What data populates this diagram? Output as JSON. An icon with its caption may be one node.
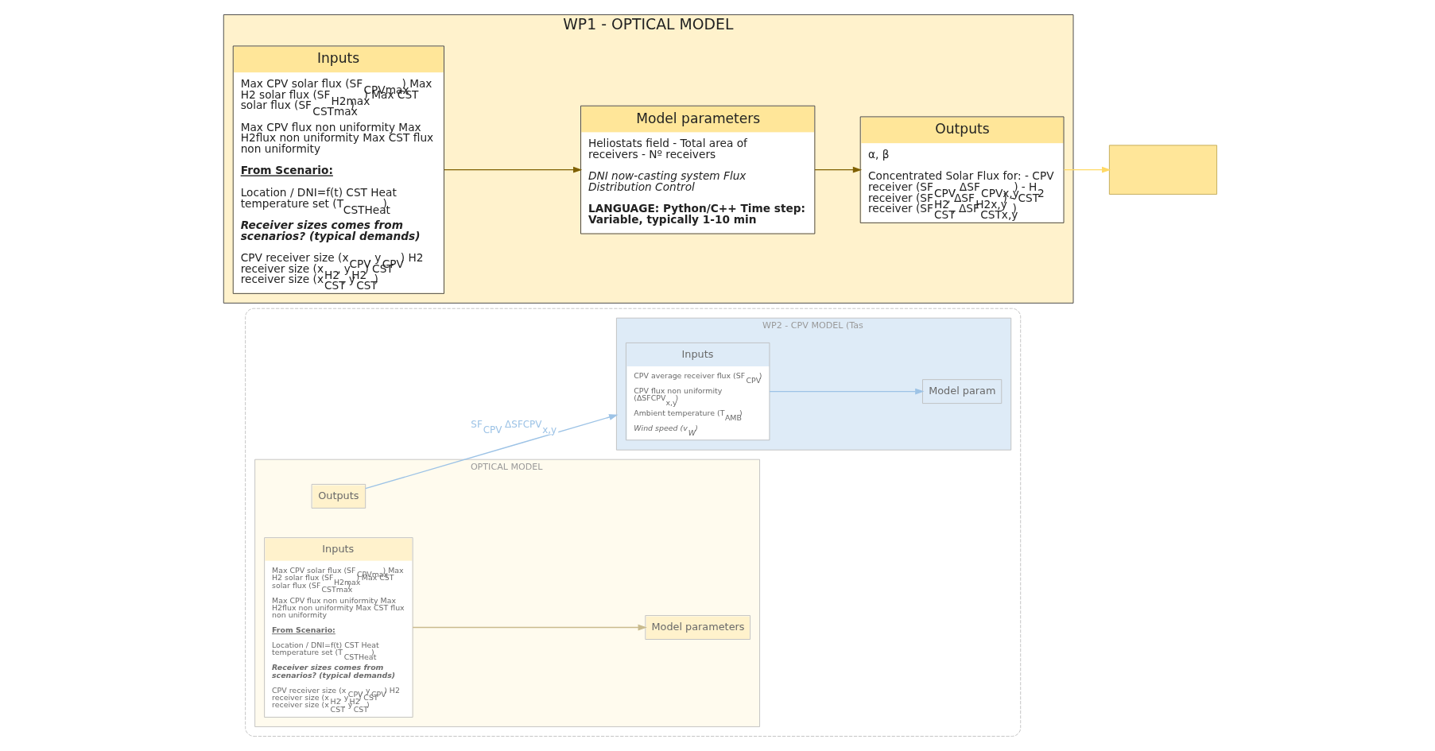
{
  "diagram": {
    "nodes": [
      {
        "text": [],
        "shape": "box"
      },
      {
        "text": [
          "OPTICAL MODEL"
        ],
        "in": 0
      },
      {
        "text": [
          "Inputs",
          "Max CPV solar flux (SF$_{CPVmax}$) Max H2 solar flux (SF$_{H2max}$) Max CST solar flux (SF$_{CSTmax}$)",
          "Max CPV flux non uniformity Max H2flux non uniformity Max CST flux non uniformity",
          "From Scenario:",
          "Location / DNI=f(t) CST Heat temperature set (T$_{CSTHeat}$)",
          "Receiver sizes comes from scenarios? (typical demands)",
          "CPV receiver size (x$_{CPV}$, y$_{CPV}$) H2 receiver size (x$_{H2}$, y$_{H2}$) CST receiver size (x$_{CST}$, y$_{CST}$)"
        ],
        "in": 1
      },
      {
        "text": [
          "Model parameters"
        ],
        "in": 1
      },
      {
        "text": [
          "Outputs"
        ],
        "in": 1
      },
      {
        "text": [
          "WP2 - CPV MODEL (Tas"
        ],
        "in": 0
      },
      {
        "text": [
          "Inputs",
          "CPV average receiver flux (SF$_{CPV}$)",
          "CPV flux non uniformity (ΔSFCPV$_{x,y}$)",
          "Ambient temperature (T$_{AMB}$)",
          "Wind speed (v$_{W}$)"
        ],
        "in": 5
      },
      {
        "text": [
          "Model param"
        ],
        "in": 5
      },
      {
        "text": [
          "WP1 - OPTICAL MODEL"
        ]
      },
      {
        "text": [
          "Inputs",
          "Max CPV solar flux (SF$_{CPVmax}$) Max H2 solar flux (SF$_{H2max}$) Max CST solar flux (SF$_{CSTmax}$)",
          "Max CPV flux non uniformity Max H2flux non uniformity Max CST flux non uniformity",
          "From Scenario:",
          "Location / DNI=f(t) CST Heat temperature set (T$_{CSTHeat}$)",
          "Receiver sizes comes from scenarios? (typical demands)",
          "CPV receiver size (x$_{CPV}$, y$_{CPV}$) H2 receiver size (x$_{H2}$, y$_{H2}$) CST receiver size (x$_{CST}$, y$_{CST}$)"
        ],
        "in": 8
      },
      {
        "text": [
          "Model parameters",
          "Heliostats field - Total area of receivers - Nº receivers",
          "DNI now-casting system Flux Distribution Control",
          "LANGUAGE: Python/C++ Time step: Variable, typically 1-10 min"
        ],
        "in": 8
      },
      {
        "text": [
          "Outputs",
          "α, β",
          "Concentrated Solar Flux for: - CPV receiver (SF$_{CPV}$, ΔSF$_{CPVx,y}$) - H$_{2}$ receiver (SF$_{H2}$, ΔSF$_{H2x,y}$) - CST receiver (SF$_{CST}$, ΔSF$_{CSTx,y}$)"
        ],
        "in": 8
      },
      {
        "text": [],
        "shape": "box"
      }
    ],
    "edges": [
      {
        "from": 2,
        "to": 3,
        "arrow": "to",
        "color": "#c9bb8e"
      },
      {
        "from": 4,
        "to": 5,
        "arrow": "to",
        "label": "SF$_{CPV}$ ΔSFCPV$_{x,y}$",
        "color": "#9dc3e6"
      },
      {
        "from": 6,
        "to": 7,
        "arrow": "to",
        "color": "#9dc3e6"
      },
      {
        "from": 9,
        "to": 10,
        "arrow": "to",
        "color": "#7f6000"
      },
      {
        "from": 10,
        "to": 11,
        "arrow": "to",
        "color": "#7f6000"
      },
      {
        "from": 11,
        "to": 12,
        "arrow": "to",
        "color": "#ffd966"
      }
    ]
  }
}
